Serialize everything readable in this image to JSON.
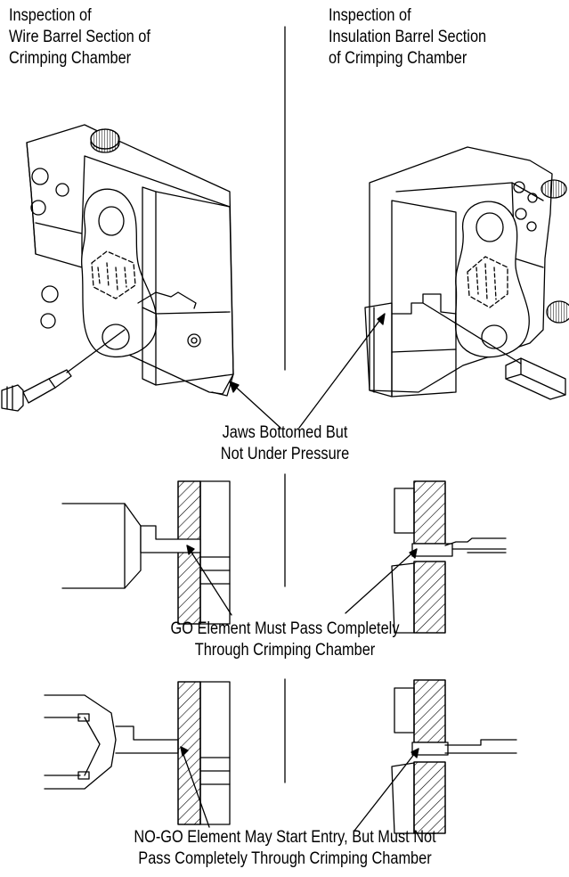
{
  "headings": {
    "left": [
      "Inspection of",
      "Wire Barrel Section of",
      "Crimping Chamber"
    ],
    "right": [
      "Inspection of",
      "Insulation Barrel Section",
      "of Crimping Chamber"
    ]
  },
  "captions": {
    "jaws": [
      "Jaws Bottomed But",
      "Not Under Pressure"
    ],
    "go": [
      "GO Element Must Pass Completely",
      "Through Crimping Chamber"
    ],
    "nogo": [
      "NO-GO Element May Start Entry, But Must Not",
      "Pass Completely Through Crimping Chamber"
    ]
  }
}
